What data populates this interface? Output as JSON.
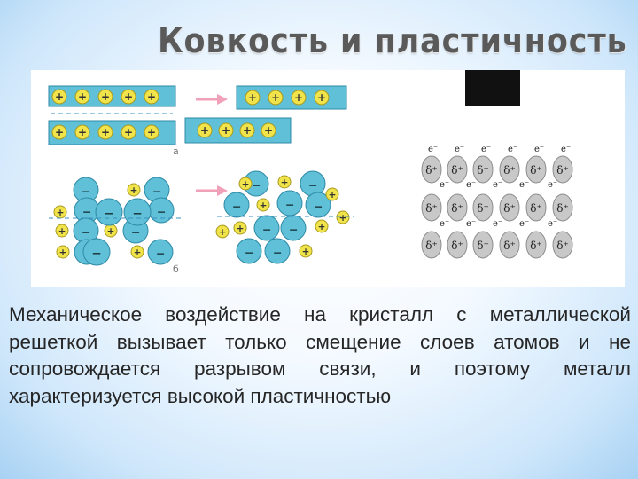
{
  "slide": {
    "title": "Ковкость и пластичность",
    "figure": {
      "label_a": "а",
      "label_b": "б",
      "cation_symbol": "+",
      "anion_symbol": "−",
      "electron_symbol": "e⁻",
      "delta_symbol": "δ⁺"
    },
    "body_lines": [
      "Механическое воздействие на кристалл с металлической",
      "решеткой вызывает только смещение слоев атомов и не",
      "сопровождается разрывом связи, и поэтому металл",
      "характеризуется высокой пластичностью"
    ]
  },
  "colors": {
    "ion_blue": "#5fc0d8",
    "cation_yellow": "#f1e34a",
    "arrow_pink": "#f0a0b8",
    "black_box": "#111111",
    "atom_gray": "#c8c8c8"
  }
}
